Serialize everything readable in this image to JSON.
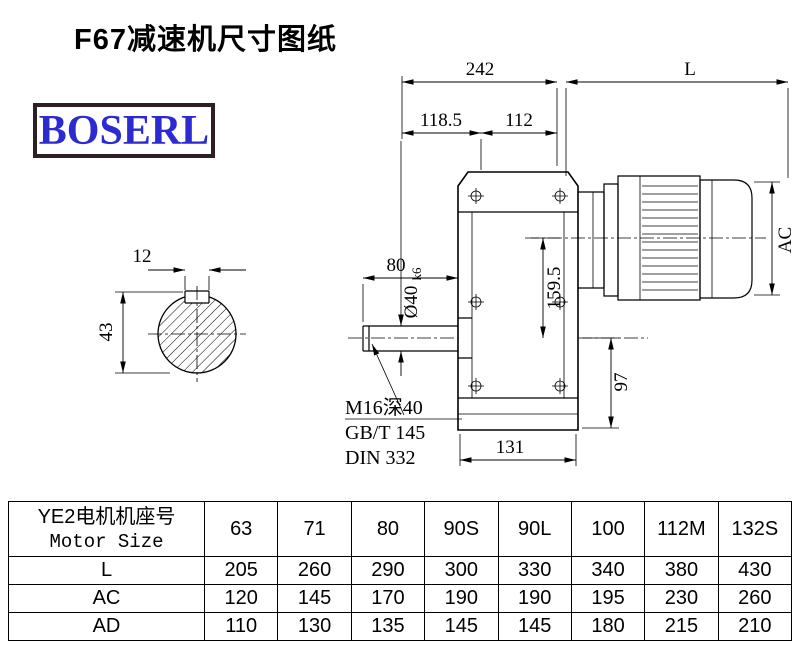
{
  "page": {
    "title": "F67减速机尺寸图纸",
    "logo_text": "BOSERL"
  },
  "drawing": {
    "dim_242": "242",
    "dim_L": "L",
    "dim_118_5": "118.5",
    "dim_112": "112",
    "dim_AC": "AC",
    "dim_12": "12",
    "dim_43": "43",
    "dim_80": "80",
    "dim_shaft_diameter": "Ø40",
    "dim_shaft_tolerance": "k6",
    "dim_159_5": "159.5",
    "dim_97": "97",
    "dim_131": "131",
    "note_thread": "M16深40",
    "note_gb": "GB/T 145",
    "note_din": "DIN 332"
  },
  "table": {
    "motor_header_cn": "YE2电机机座号",
    "motor_header_en": "Motor Size",
    "motor_sizes": [
      "63",
      "71",
      "80",
      "90S",
      "90L",
      "100",
      "112M",
      "132S"
    ],
    "rows": [
      {
        "label": "L",
        "values": [
          "205",
          "260",
          "290",
          "300",
          "330",
          "340",
          "380",
          "430"
        ]
      },
      {
        "label": "AC",
        "values": [
          "120",
          "145",
          "170",
          "190",
          "190",
          "195",
          "230",
          "260"
        ]
      },
      {
        "label": "AD",
        "values": [
          "110",
          "130",
          "135",
          "145",
          "145",
          "180",
          "215",
          "210"
        ]
      }
    ]
  }
}
